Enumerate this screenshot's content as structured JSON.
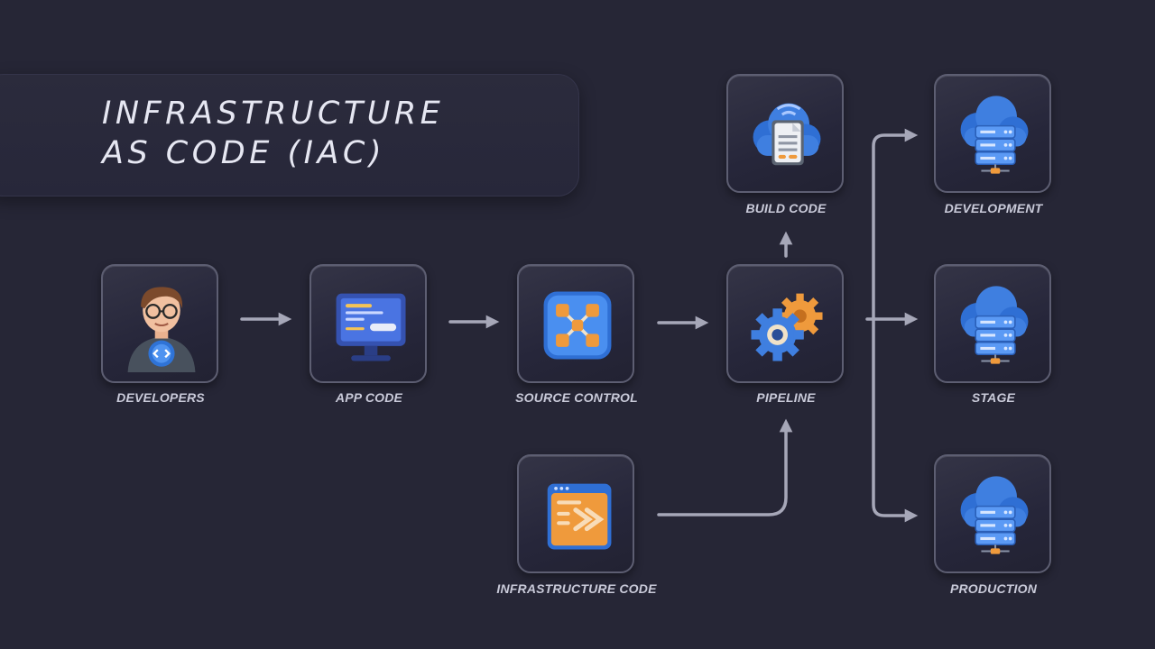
{
  "title": {
    "line1": "INFRASTRUCTURE",
    "line2": "AS CODE (IAC)"
  },
  "nodes": {
    "developers": {
      "label": "DEVELOPERS",
      "icon": "developer-avatar-icon"
    },
    "app_code": {
      "label": "APP CODE",
      "icon": "monitor-code-icon"
    },
    "source_control": {
      "label": "SOURCE CONTROL",
      "icon": "network-nodes-icon"
    },
    "pipeline": {
      "label": "PIPELINE",
      "icon": "gears-icon"
    },
    "build_code": {
      "label": "BUILD CODE",
      "icon": "cloud-document-icon"
    },
    "infrastructure_code": {
      "label": "INFRASTRUCTURE CODE",
      "icon": "terminal-window-icon"
    },
    "development": {
      "label": "DEVELOPMENT",
      "icon": "cloud-server-icon"
    },
    "stage": {
      "label": "STAGE",
      "icon": "cloud-server-icon"
    },
    "production": {
      "label": "PRODUCTION",
      "icon": "cloud-server-icon"
    }
  },
  "colors": {
    "background": "#262636",
    "accent_blue": "#3f7fe0",
    "accent_orange": "#ef9a3c"
  }
}
